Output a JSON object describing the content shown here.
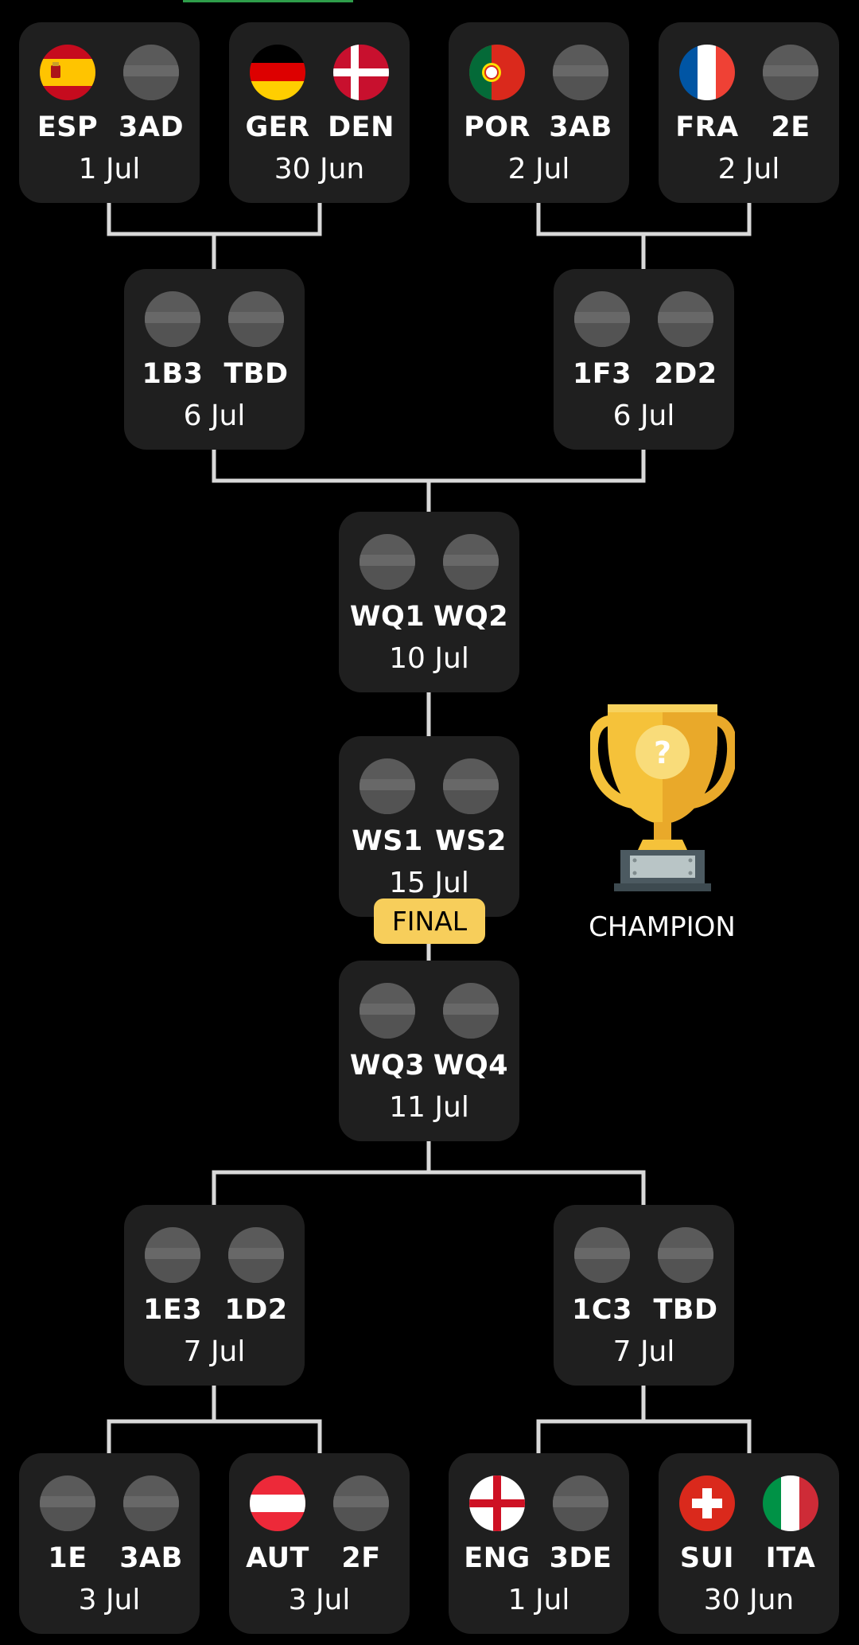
{
  "final_label": "FINAL",
  "champion_label": "CHAMPION",
  "matches": {
    "r16_1": {
      "team1": "ESP",
      "team2": "3AD",
      "date": "1 Jul"
    },
    "r16_2": {
      "team1": "GER",
      "team2": "DEN",
      "date": "30 Jun"
    },
    "r16_3": {
      "team1": "POR",
      "team2": "3AB",
      "date": "2 Jul"
    },
    "r16_4": {
      "team1": "FRA",
      "team2": "2E",
      "date": "2 Jul"
    },
    "qf_1": {
      "team1": "1B3",
      "team2": "TBD",
      "date": "6 Jul"
    },
    "qf_2": {
      "team1": "1F3",
      "team2": "2D2",
      "date": "6 Jul"
    },
    "sf_1": {
      "team1": "WQ1",
      "team2": "WQ2",
      "date": "10 Jul"
    },
    "final": {
      "team1": "WS1",
      "team2": "WS2",
      "date": "15 Jul"
    },
    "sf_2": {
      "team1": "WQ3",
      "team2": "WQ4",
      "date": "11 Jul"
    },
    "qf_3": {
      "team1": "1E3",
      "team2": "1D2",
      "date": "7 Jul"
    },
    "qf_4": {
      "team1": "1C3",
      "team2": "TBD",
      "date": "7 Jul"
    },
    "r16_5": {
      "team1": "1E",
      "team2": "3AB",
      "date": "3 Jul"
    },
    "r16_6": {
      "team1": "AUT",
      "team2": "2F",
      "date": "3 Jul"
    },
    "r16_7": {
      "team1": "ENG",
      "team2": "3DE",
      "date": "1 Jul"
    },
    "r16_8": {
      "team1": "SUI",
      "team2": "ITA",
      "date": "30 Jun"
    }
  },
  "flags": {
    "ESP": "spain-flag-icon",
    "GER": "germany-flag-icon",
    "DEN": "denmark-flag-icon",
    "POR": "portugal-flag-icon",
    "FRA": "france-flag-icon",
    "AUT": "austria-flag-icon",
    "ENG": "england-flag-icon",
    "SUI": "switzerland-flag-icon",
    "ITA": "italy-flag-icon",
    "placeholder": "placeholder-flag-icon"
  },
  "colors": {
    "card": "#1f1f1f",
    "line": "#d9d9d9",
    "final_badge": "#f7ce5b",
    "trophy_gold": "#f5c23a"
  }
}
